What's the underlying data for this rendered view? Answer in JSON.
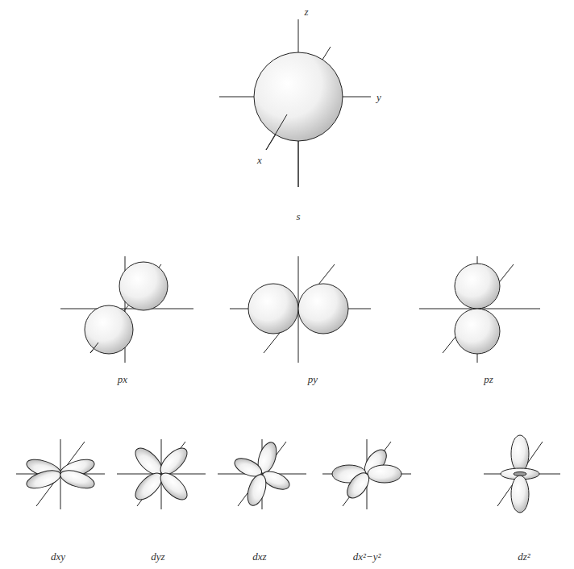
{
  "diagram": {
    "labels": [
      "z",
      "y",
      "x",
      "s",
      "px",
      "py",
      "pz",
      "dxy",
      "dyz",
      "dxz",
      "dx²−y²",
      "dz²"
    ]
  }
}
